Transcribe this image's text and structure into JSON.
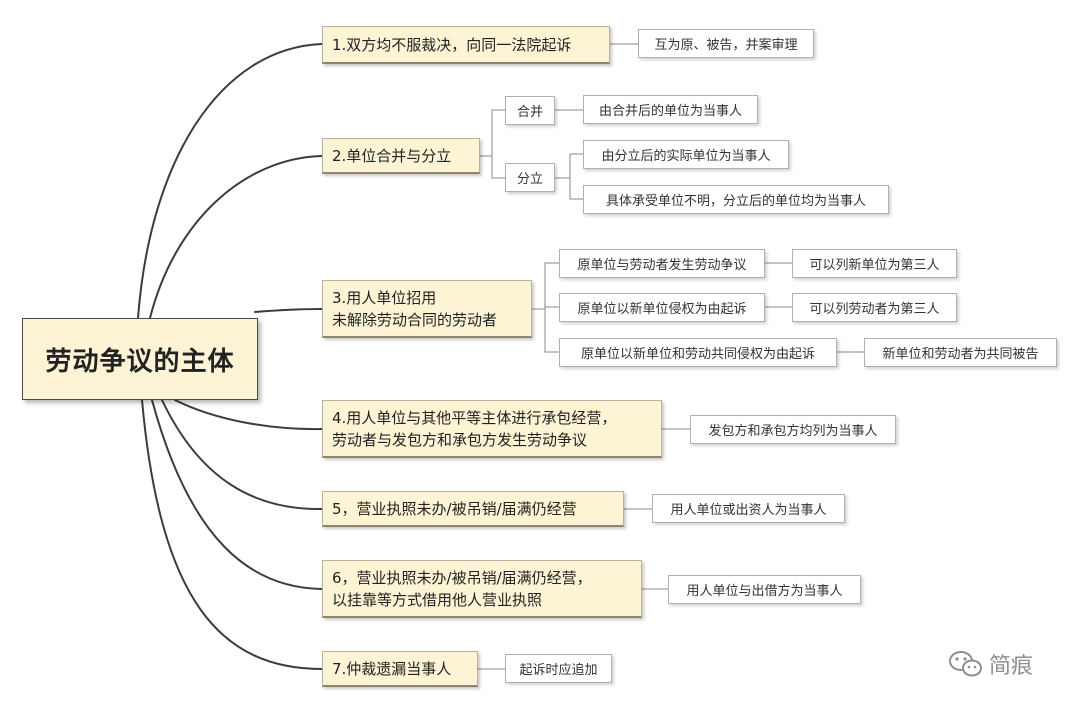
{
  "root": {
    "label": "劳动争议的主体"
  },
  "branches": [
    {
      "title_lines": [
        "1.双方均不服裁决，向同一法院起诉"
      ],
      "result": "互为原、被告，并案审理"
    },
    {
      "title_lines": [
        "2.单位合并与分立"
      ],
      "subs": [
        {
          "label": "合并",
          "results": [
            "由合并后的单位为当事人"
          ]
        },
        {
          "label": "分立",
          "results": [
            "由分立后的实际单位为当事人",
            "具体承受单位不明，分立后的单位均为当事人"
          ]
        }
      ]
    },
    {
      "title_lines": [
        "3.用人单位招用",
        "未解除劳动合同的劳动者"
      ],
      "cases": [
        {
          "condition": "原单位与劳动者发生劳动争议",
          "result": "可以列新单位为第三人"
        },
        {
          "condition": "原单位以新单位侵权为由起诉",
          "result": "可以列劳动者为第三人"
        },
        {
          "condition": "原单位以新单位和劳动共同侵权为由起诉",
          "result": "新单位和劳动者为共同被告"
        }
      ]
    },
    {
      "title_lines": [
        "4.用人单位与其他平等主体进行承包经营，",
        "劳动者与发包方和承包方发生劳动争议"
      ],
      "result": "发包方和承包方均列为当事人"
    },
    {
      "title_lines": [
        "5，营业执照未办/被吊销/届满仍经营"
      ],
      "result": "用人单位或出资人为当事人"
    },
    {
      "title_lines": [
        "6，营业执照未办/被吊销/届满仍经营，",
        "以挂靠等方式借用他人营业执照"
      ],
      "result": "用人单位与出借方为当事人"
    },
    {
      "title_lines": [
        "7.仲裁遗漏当事人"
      ],
      "result": "起诉时应追加"
    }
  ],
  "watermark": {
    "text": "简痕",
    "icon": "wechat-icon"
  },
  "colors": {
    "main_fill": "#fcf4d4",
    "connector": "#3c3c3c",
    "leaf_line": "#8a8a8a"
  }
}
